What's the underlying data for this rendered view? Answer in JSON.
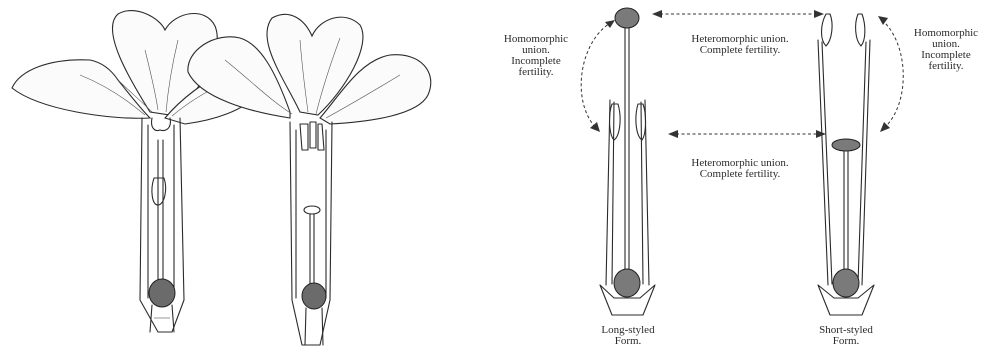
{
  "labels": {
    "homomorphic_left": [
      "Homomorphic",
      "union.",
      "Incomplete",
      "fertility."
    ],
    "heteromorphic_top": [
      "Heteromorphic union.",
      "Complete fertility."
    ],
    "homomorphic_right": [
      "Homomorphic",
      "union.",
      "Incomplete",
      "fertility."
    ],
    "heteromorphic_middle": [
      "Heteromorphic union.",
      "Complete fertility."
    ],
    "long_styled": [
      "Long-styled",
      "Form."
    ],
    "short_styled": [
      "Short-styled",
      "Form."
    ]
  }
}
